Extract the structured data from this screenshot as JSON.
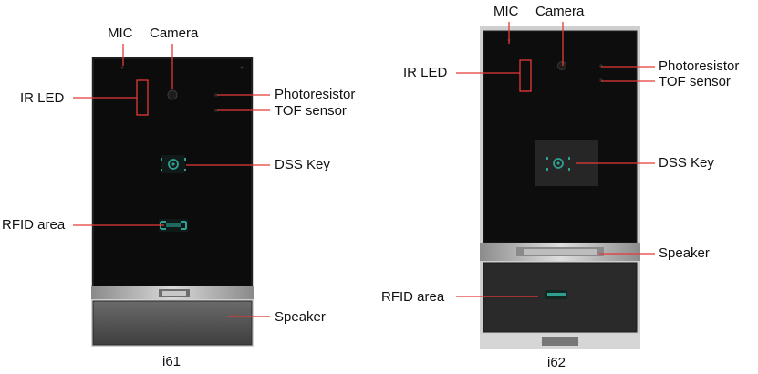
{
  "devices": [
    {
      "caption": "i61",
      "labels": {
        "mic": "MIC",
        "camera": "Camera",
        "ir_led": "IR LED",
        "photoresistor": "Photoresistor",
        "tof_sensor": "TOF sensor",
        "dss_key": "DSS Key",
        "rfid_area": "RFID area",
        "speaker": "Speaker"
      }
    },
    {
      "caption": "i62",
      "labels": {
        "mic": "MIC",
        "camera": "Camera",
        "ir_led": "IR LED",
        "photoresistor": "Photoresistor",
        "tof_sensor": "TOF sensor",
        "dss_key": "DSS Key",
        "rfid_area": "RFID area",
        "speaker": "Speaker"
      }
    }
  ],
  "colors": {
    "callout_line": "#e53935",
    "panel_dark": "#0e0e0e",
    "panel_frame": "#c9c9c9",
    "speaker_grille": "#4a4a4a",
    "key_accent": "#2f9e8f"
  }
}
